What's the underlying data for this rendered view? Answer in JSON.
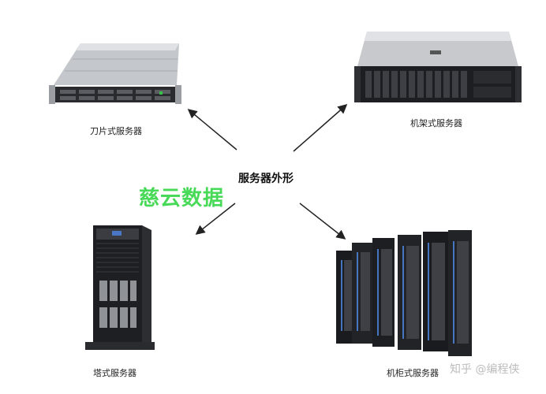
{
  "center_label": "服务器外形",
  "watermark": "慈云数据",
  "credit": "知乎 @编程侠",
  "servers": [
    {
      "id": "blade",
      "label": "刀片式服务器"
    },
    {
      "id": "rack",
      "label": "机架式服务器"
    },
    {
      "id": "tower",
      "label": "塔式服务器"
    },
    {
      "id": "cabinet",
      "label": "机柜式服务器"
    }
  ],
  "colors": {
    "arrow": "#222222",
    "watermark": "#27d33a",
    "chassis_dark": "#1c1c1e",
    "chassis_silver": "#b9bcc0"
  }
}
